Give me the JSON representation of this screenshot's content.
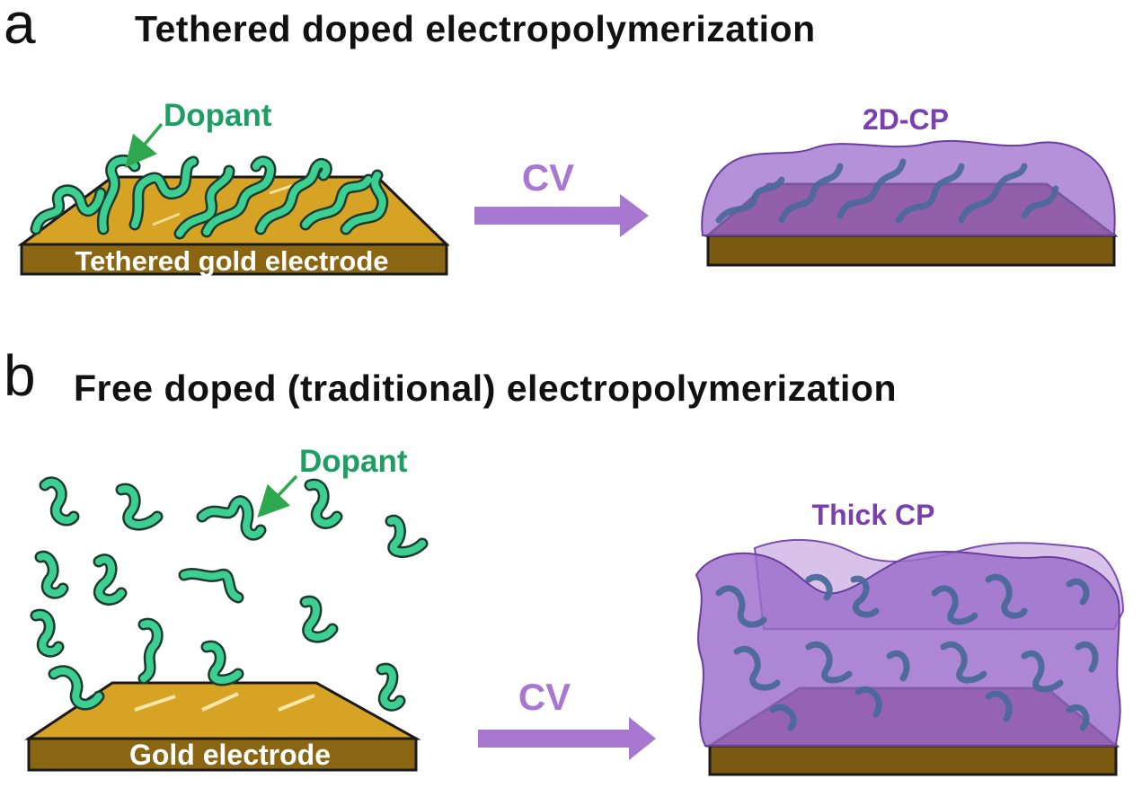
{
  "panel_a": {
    "letter": "a",
    "title": "Tethered doped electropolymerization",
    "dopant_label": "Dopant",
    "electrode_label": "Tethered gold electrode",
    "process_label": "CV",
    "product_label": "2D-CP"
  },
  "panel_b": {
    "letter": "b",
    "title": "Free doped (traditional) electropolymerization",
    "dopant_label": "Dopant",
    "electrode_label": "Gold electrode",
    "process_label": "CV",
    "product_label": "Thick CP"
  },
  "colors": {
    "dopant": "#3ccf92",
    "dopant_outline": "#1e3a30",
    "dopant_label": "#1f9e63",
    "gold_top": "#d6a325",
    "gold_side": "#8a6612",
    "polymer": "#9b6ccc",
    "polymer_label": "#7a3fb0",
    "arrow": "#a878d0",
    "embedded_dopant": "#4a6a9a"
  }
}
